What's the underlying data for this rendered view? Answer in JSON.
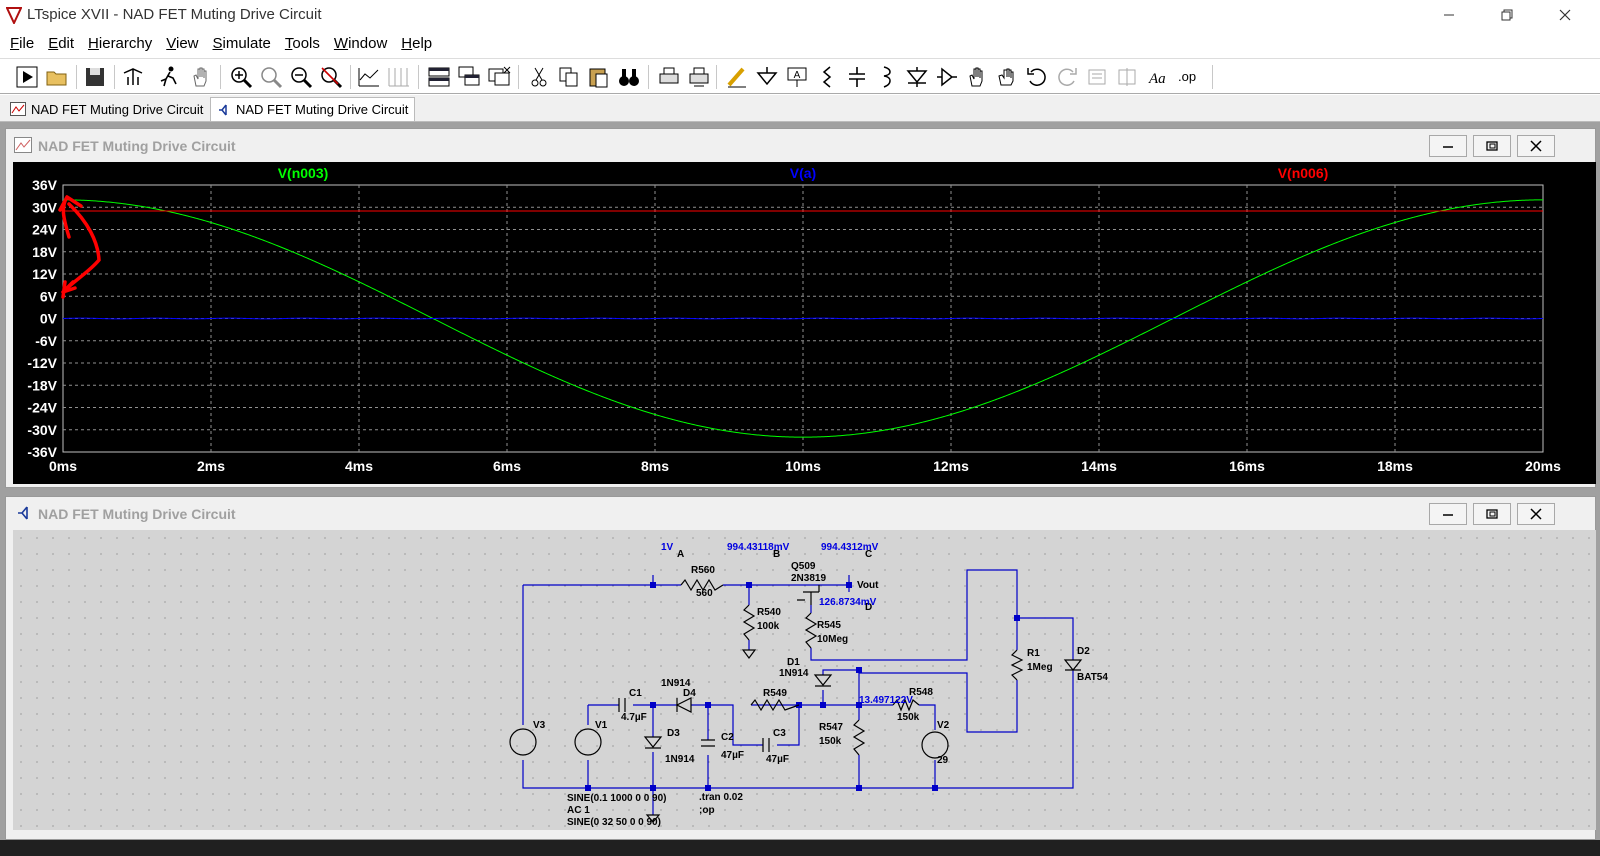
{
  "window": {
    "title": "LTspice XVII - NAD FET Muting Drive Circuit"
  },
  "menu": [
    "File",
    "Edit",
    "Hierarchy",
    "View",
    "Simulate",
    "Tools",
    "Window",
    "Help"
  ],
  "toolbar": {
    "op_label": ".op",
    "text_label": "Aa"
  },
  "tabs": [
    {
      "label": "NAD FET Muting Drive Circuit",
      "icon": "waveform-icon"
    },
    {
      "label": "NAD FET Muting Drive Circuit",
      "icon": "schematic-icon"
    }
  ],
  "plot_window": {
    "title": "NAD FET Muting Drive Circuit"
  },
  "schematic_window": {
    "title": "NAD FET Muting Drive Circuit"
  },
  "chart_data": {
    "type": "line",
    "xlabel": "",
    "ylabel": "",
    "x_ticks": [
      "0ms",
      "2ms",
      "4ms",
      "6ms",
      "8ms",
      "10ms",
      "12ms",
      "14ms",
      "16ms",
      "18ms",
      "20ms"
    ],
    "y_ticks": [
      "36V",
      "30V",
      "24V",
      "18V",
      "12V",
      "6V",
      "0V",
      "-6V",
      "-12V",
      "-18V",
      "-24V",
      "-30V",
      "-36V"
    ],
    "xlim": [
      0,
      20
    ],
    "ylim": [
      -36,
      36
    ],
    "grid": true,
    "series": [
      {
        "name": "V(n003)",
        "color": "#00ff00",
        "function": "32*cos(2*pi*50*t)",
        "amplitude": 32,
        "frequency_hz": 50
      },
      {
        "name": "V(a)",
        "color": "#0000ff",
        "function": "0.1*sin(2*pi*1000*t)",
        "amplitude": 0.1,
        "frequency_hz": 1000
      },
      {
        "name": "V(n006)",
        "color": "#ff0000",
        "function": "constant",
        "value": 29
      }
    ]
  },
  "schematic": {
    "node_labels": {
      "a": "A",
      "b": "B",
      "c": "C",
      "d": "D",
      "vout": "Vout"
    },
    "voltages": {
      "a": "1V",
      "b": "994.43118mV",
      "c": "994.4312mV",
      "d": "126.8734mV",
      "e": "13.497122V"
    },
    "components": {
      "r560": {
        "name": "R560",
        "value": "560"
      },
      "r540": {
        "name": "R540",
        "value": "100k"
      },
      "r545": {
        "name": "R545",
        "value": "10Meg"
      },
      "q509": {
        "name": "Q509",
        "value": "2N3819"
      },
      "r1": {
        "name": "R1",
        "value": "1Meg"
      },
      "d2": {
        "name": "D2",
        "value": "BAT54"
      },
      "d1": {
        "name": "D1",
        "value": "1N914"
      },
      "d4": {
        "name": "D4",
        "value": "1N914"
      },
      "d3": {
        "name": "D3",
        "value": "1N914"
      },
      "c1": {
        "name": "C1",
        "value": "4.7µF"
      },
      "c2": {
        "name": "C2",
        "value": "47µF"
      },
      "c3": {
        "name": "C3",
        "value": "47µF"
      },
      "r549": {
        "name": "R549",
        "value": ""
      },
      "r547": {
        "name": "R547",
        "value": "150k"
      },
      "r548": {
        "name": "R548",
        "value": "150k"
      },
      "v1": {
        "name": "V1",
        "value": "SINE(0.1 1000 0 0 90)"
      },
      "v1_ac": {
        "name": "",
        "value": "AC 1"
      },
      "v2": {
        "name": "V2",
        "value": "29"
      },
      "v3": {
        "name": "V3",
        "value": "SINE(0 32 50 0 0 90)"
      }
    },
    "directives": {
      "tran": ".tran 0.02",
      "op": ";op"
    }
  },
  "colors": {
    "trace_green": "#00ff00",
    "trace_blue": "#0000ff",
    "trace_red": "#ff0000",
    "wire": "#0000c8",
    "annotation": "#ff0000"
  }
}
